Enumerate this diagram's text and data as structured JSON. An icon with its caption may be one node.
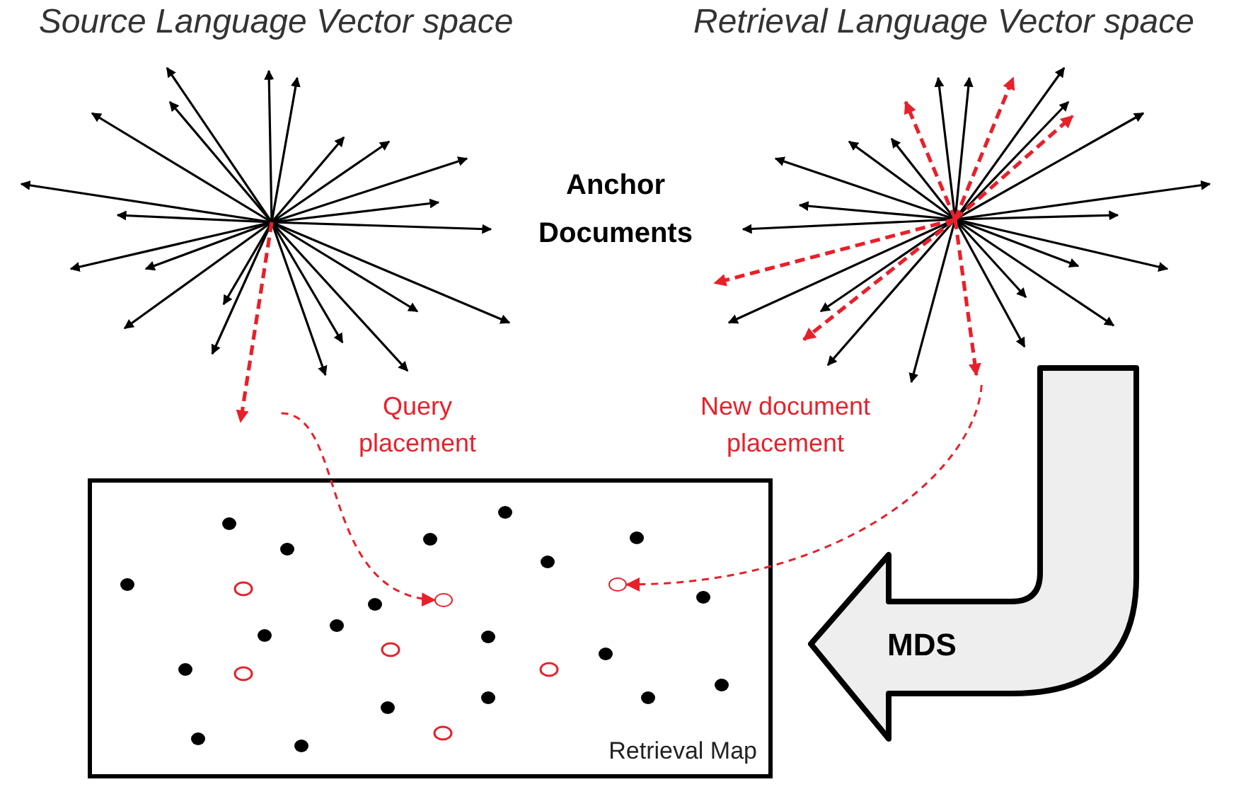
{
  "diagram": {
    "nodes": [
      {
        "text": [
          "Source Language Vector space"
        ]
      },
      {
        "text": [
          "Retrieval Language Vector space"
        ]
      },
      {
        "text": [
          "Retrieval Map"
        ]
      },
      {
        "text": [],
        "shape": "circle",
        "in": 2
      },
      {
        "text": [],
        "shape": "circle",
        "in": 2
      },
      {
        "text": [
          "MDS"
        ]
      }
    ],
    "edges": [
      {
        "from": 0,
        "to": 3,
        "arrow": "to",
        "label": "Query placement",
        "style": "dashed",
        "color": "#e8202a"
      },
      {
        "from": 1,
        "to": 4,
        "arrow": "to",
        "label": "New document placement",
        "style": "dashed",
        "color": "#e8202a"
      }
    ],
    "labels": [
      "Anchor Documents"
    ]
  }
}
